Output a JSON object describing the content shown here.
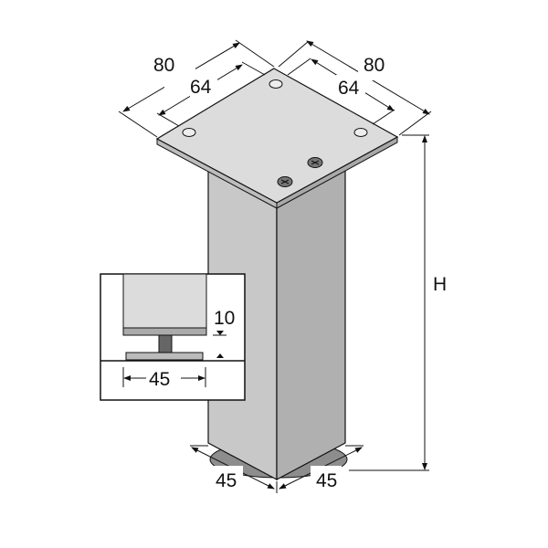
{
  "dimensions": {
    "plate_width_left": "80",
    "plate_width_right": "80",
    "hole_spacing_left": "64",
    "hole_spacing_right": "64",
    "height": "H",
    "leg_width_left": "45",
    "leg_width_right": "45",
    "adjuster_height": "10",
    "foot_width": "45"
  },
  "colors": {
    "plate_top": "#dcdcdc",
    "leg_left": "#c8c8c8",
    "leg_right": "#b2b2b2",
    "line": "#111111"
  }
}
